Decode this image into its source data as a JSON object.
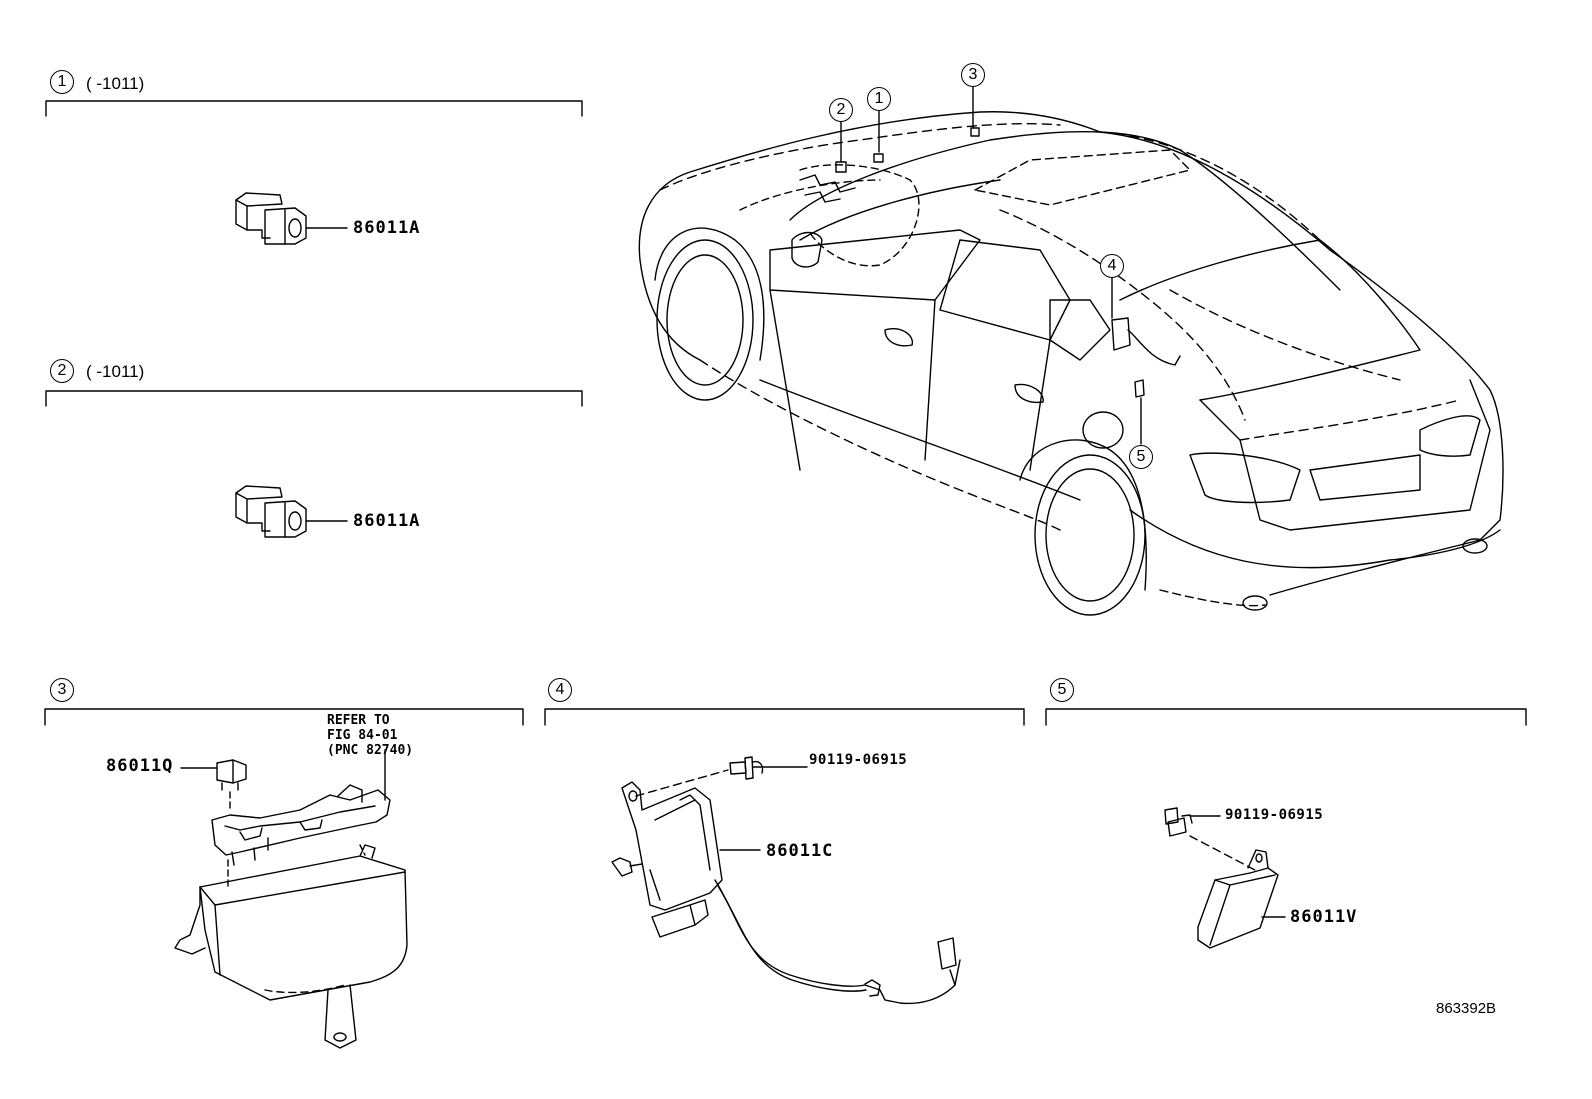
{
  "sections": [
    {
      "num": "1",
      "suffix": "(      -1011)",
      "part": "86011A"
    },
    {
      "num": "2",
      "suffix": "(      -1011)",
      "part": "86011A"
    },
    {
      "num": "3",
      "suffix": "",
      "part": "86011Q",
      "note": "REFER TO\nFIG 84-01\n(PNC 82740)"
    },
    {
      "num": "4",
      "suffix": "",
      "part": "86011C",
      "bolt": "90119-06915"
    },
    {
      "num": "5",
      "suffix": "",
      "part": "86011V",
      "bolt": "90119-06915"
    }
  ],
  "car_callouts": [
    "2",
    "1",
    "3",
    "4",
    "5"
  ],
  "figure_code": "863392B"
}
